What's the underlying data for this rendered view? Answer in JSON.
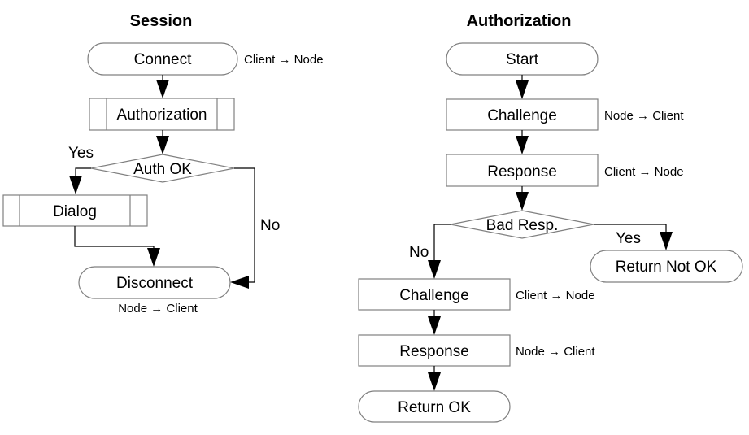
{
  "session": {
    "title": "Session",
    "connect": "Connect",
    "connect_note": "Client → Node",
    "authorization": "Authorization",
    "auth_ok": "Auth OK",
    "yes": "Yes",
    "no": "No",
    "dialog": "Dialog",
    "disconnect": "Disconnect",
    "disconnect_note": "Node → Client"
  },
  "authorization": {
    "title": "Authorization",
    "start": "Start",
    "challenge": "Challenge",
    "challenge_note": "Node → Client",
    "response": "Response",
    "response_note": "Client → Node",
    "bad_resp": "Bad Resp.",
    "yes": "Yes",
    "no": "No",
    "return_not_ok": "Return Not OK",
    "challenge2": "Challenge",
    "challenge2_note": "Client → Node",
    "response2": "Response",
    "response2_note": "Node → Client",
    "return_ok": "Return OK"
  }
}
